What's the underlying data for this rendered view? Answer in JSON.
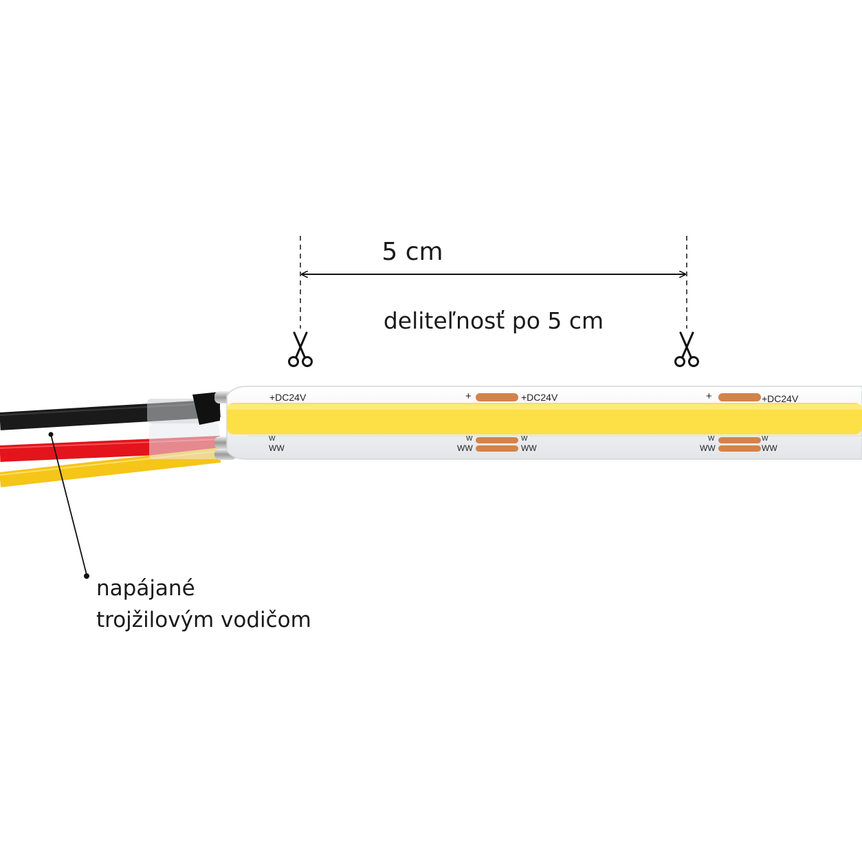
{
  "dimension": {
    "label": "5 cm"
  },
  "divisibility": {
    "label": "deliteľnosť po 5 cm"
  },
  "wire_note": {
    "line1": "napájané",
    "line2": "trojžilovým vodičom"
  },
  "strip_markings": {
    "voltage": "+DC24V",
    "plus": "+",
    "w": "W",
    "ww": "WW"
  },
  "icons": {
    "cut_mark": "scissors-icon",
    "pcb_pad": "copper-pad"
  },
  "colors": {
    "strip_emitter": "#fde046",
    "strip_body": "#f5f6f7",
    "copper_pad": "#d2834a",
    "wire_black": "#1a1a1a",
    "wire_red": "#e3141c",
    "wire_yellow": "#f5c518",
    "dimension_line": "#111111"
  }
}
